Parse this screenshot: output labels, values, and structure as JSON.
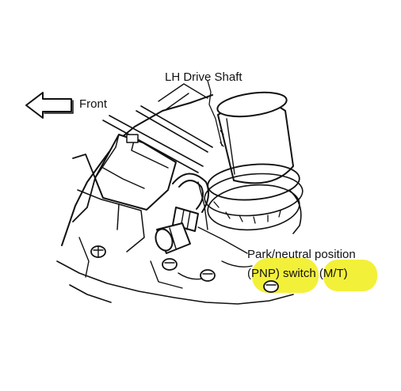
{
  "labels": {
    "drive_shaft": "LH Drive Shaft",
    "front": "Front",
    "pnp_line1": "Park/neutral position",
    "pnp_line2": "(PNP) switch (M/T)"
  },
  "colors": {
    "highlight": "#f3f03a",
    "ink": "#111111",
    "background": "#ffffff"
  },
  "icons": {
    "front_arrow": "arrow-left-outline-icon"
  }
}
